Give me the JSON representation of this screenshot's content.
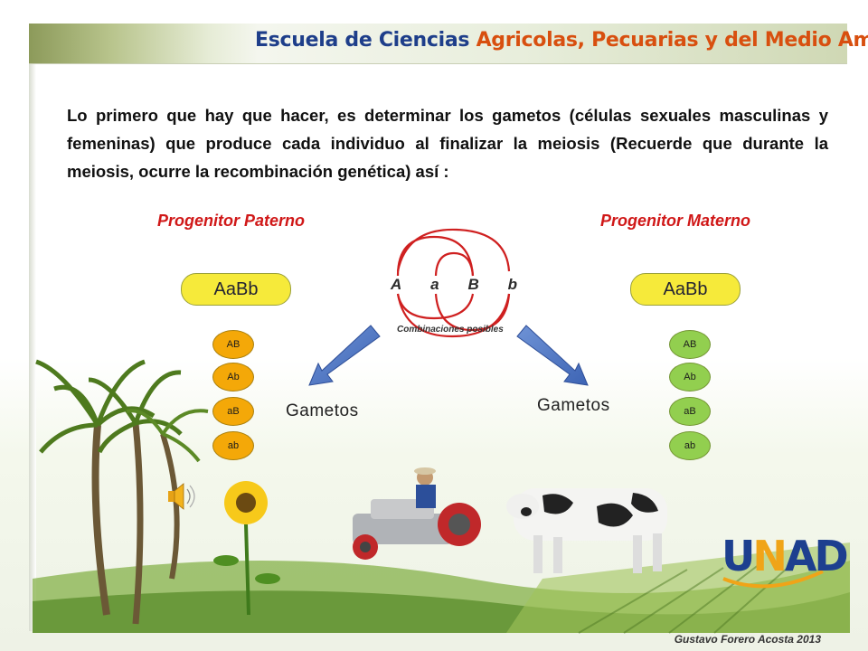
{
  "header": {
    "school": "Escuela de Ciencias",
    "subject": "Agricolas, Pecuarias y del Medio Ambiente"
  },
  "intro": "Lo primero que hay que hacer, es determinar los gametos (células sexuales masculinas y femeninas) que produce cada individuo al finalizar la meiosis (Recuerde que durante la meiosis, ocurre la recombinación genética)  así :",
  "parents": {
    "paterno": {
      "heading": "Progenitor Paterno",
      "genotype": "AaBb"
    },
    "materno": {
      "heading": "Progenitor Materno",
      "genotype": "AaBb"
    }
  },
  "diagram": {
    "alleles": [
      "A",
      "a",
      "B",
      "b"
    ],
    "caption": "Combinaciones posibles"
  },
  "gametes": {
    "label": "Gametos",
    "paterno": [
      "AB",
      "Ab",
      "aB",
      "ab"
    ],
    "materno": [
      "AB",
      "Ab",
      "aB",
      "ab"
    ]
  },
  "logo": {
    "u": "U",
    "n": "N",
    "ad": "AD"
  },
  "footer": {
    "credit": "Gustavo Forero Acosta 2013"
  },
  "colors": {
    "heading": "#d01818",
    "genotype_pill": "#f6ea3a",
    "gamete_paterno": "#f4a808",
    "gamete_materno": "#92cf4f",
    "arrow": "#4a70c0",
    "banner_school": "#1e3e8a",
    "banner_subject": "#d84f0f"
  },
  "icons": [
    "speaker-icon"
  ]
}
